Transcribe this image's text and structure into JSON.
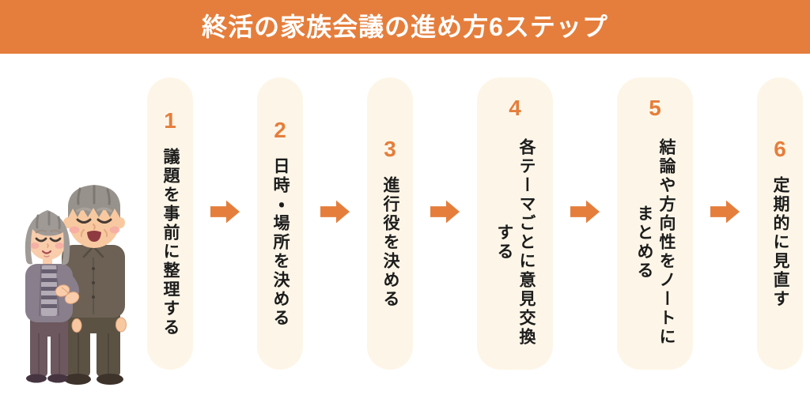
{
  "header": {
    "title": "終活の家族会議の進め方6ステップ"
  },
  "steps": [
    {
      "number": "1",
      "label": "議題を事前に整理する"
    },
    {
      "number": "2",
      "label": "日時・場所を決める"
    },
    {
      "number": "3",
      "label": "進行役を決める"
    },
    {
      "number": "4",
      "label": "各テーマごとに意見交換する"
    },
    {
      "number": "5",
      "label": "結論や方向性をノートにまとめる"
    },
    {
      "number": "6",
      "label": "定期的に見直す"
    }
  ],
  "colors": {
    "accent_orange": "#E57E3C",
    "card_cream": "#FDF6E8",
    "text_dark": "#1C1C1C",
    "title_white": "#FFFFFF"
  },
  "illustration": "elderly-couple-illustration"
}
